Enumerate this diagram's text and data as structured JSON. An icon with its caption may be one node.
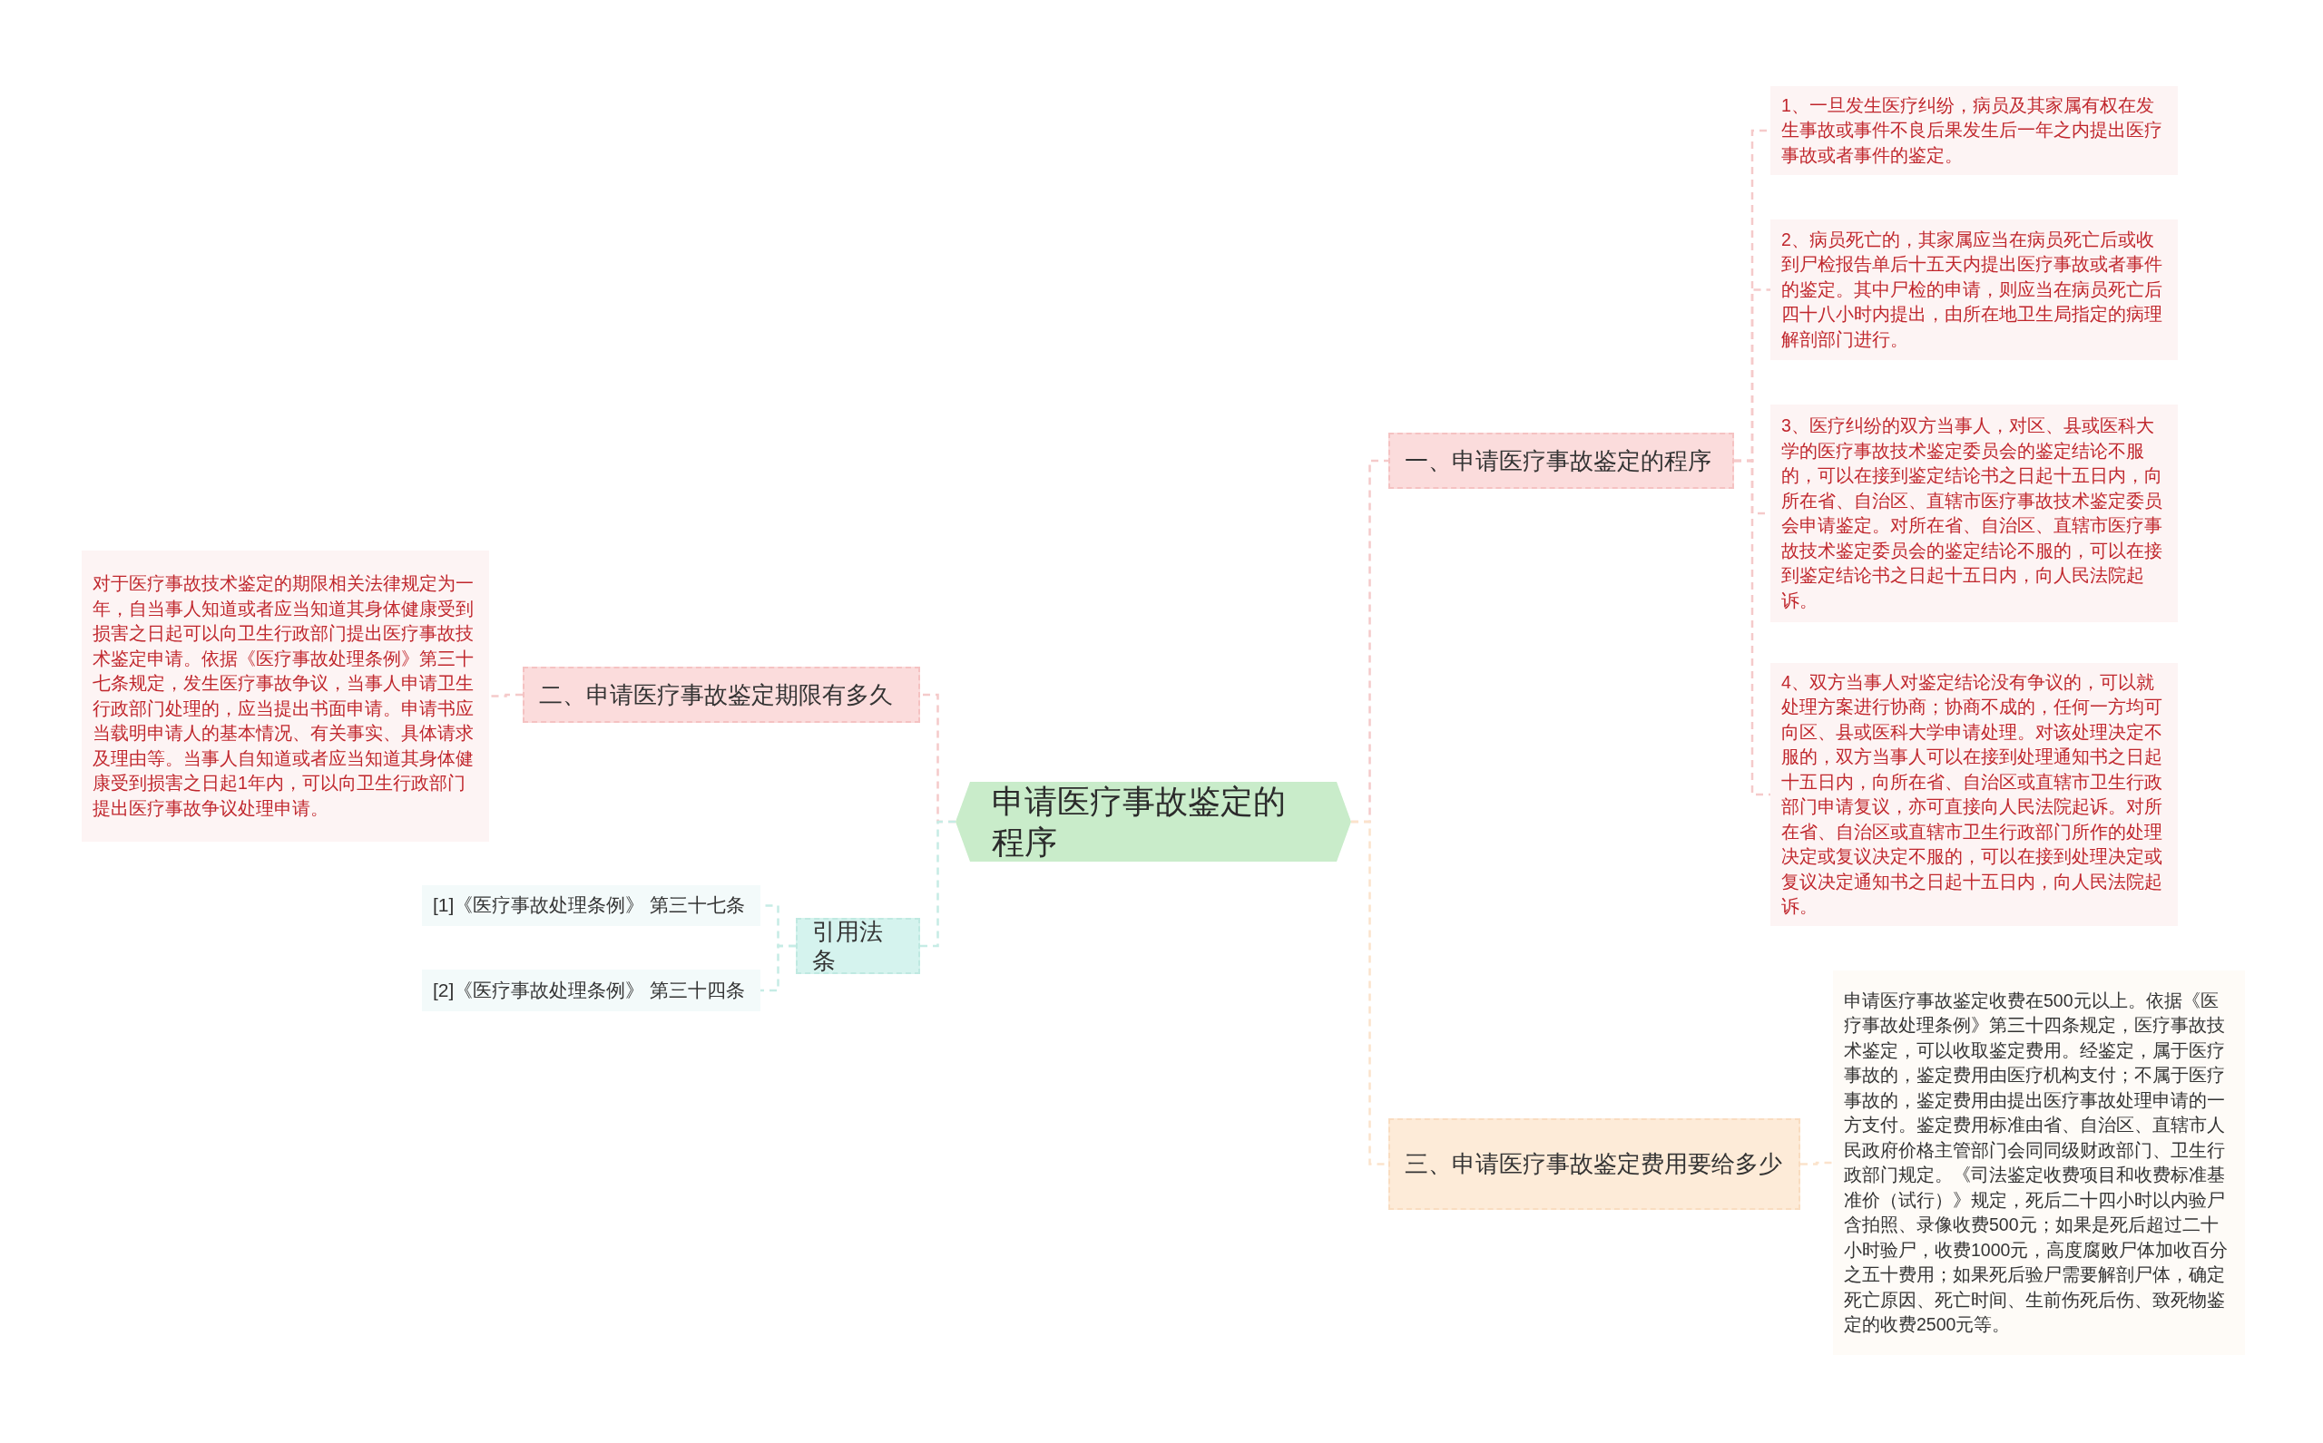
{
  "diagram": {
    "nodes": [
      {
        "text": [
          "申请医疗事故鉴定的程序"
        ]
      },
      {
        "text": [
          "一、申请医疗事故鉴定的程序"
        ]
      },
      {
        "text": [
          "1、一旦发生医疗纠纷，病员及其家属有权在发生事故或事件不良后果发生后一年之内提出医疗事故或者事件的鉴定。"
        ]
      },
      {
        "text": [
          "2、病员死亡的，其家属应当在病员死亡后或收到尸检报告单后十五天内提出医疗事故或者事件的鉴定。其中尸检的申请，则应当在病员死亡后四十八小时内提出，由所在地卫生局指定的病理解剖部门进行。"
        ]
      },
      {
        "text": [
          "3、医疗纠纷的双方当事人，对区、县或医科大学的医疗事故技术鉴定委员会的鉴定结论不服的，可以在接到鉴定结论书之日起十五日内，向所在省、自治区、直辖市医疗事故技术鉴定委员会申请鉴定。对所在省、自治区、直辖市医疗事故技术鉴定委员会的鉴定结论不服的，可以在接到鉴定结论书之日起十五日内，向人民法院起诉。"
        ]
      },
      {
        "text": [
          "4、双方当事人对鉴定结论没有争议的，可以就处理方案进行协商；协商不成的，任何一方均可向区、县或医科大学申请处理。对该处理决定不服的，双方当事人可以在接到处理通知书之日起十五日内，向所在省、自治区或直辖市卫生行政部门申请复议，亦可直接向人民法院起诉。对所在省、自治区或直辖市卫生行政部门所作的处理决定或复议决定不服的，可以在接到处理决定或复议决定通知书之日起十五日内，向人民法院起诉。"
        ]
      },
      {
        "text": [
          "三、申请医疗事故鉴定费用要给多少"
        ]
      },
      {
        "text": [
          "申请医疗事故鉴定收费在500元以上。依据《医疗事故处理条例》第三十四条规定，医疗事故技术鉴定，可以收取鉴定费用。经鉴定，属于医疗事故的，鉴定费用由医疗机构支付；不属于医疗事故的，鉴定费用由提出医疗事故处理申请的一方支付。鉴定费用标准由省、自治区、直辖市人民政府价格主管部门会同同级财政部门、卫生行政部门规定。《司法鉴定收费项目和收费标准基准价（试行）》规定，死后二十四小时以内验尸含拍照、录像收费500元；如果是死后超过二十小时验尸，收费1000元，高度腐败尸体加收百分之五十费用；如果死后验尸需要解剖尸体，确定死亡原因、死亡时间、生前伤死后伤、致死物鉴定的收费2500元等。"
        ]
      },
      {
        "text": [
          "二、申请医疗事故鉴定期限有多久"
        ]
      },
      {
        "text": [
          "对于医疗事故技术鉴定的期限相关法律规定为一年，自当事人知道或者应当知道其身体健康受到损害之日起可以向卫生行政部门提出医疗事故技术鉴定申请。依据《医疗事故处理条例》第三十七条规定，发生医疗事故争议，当事人申请卫生行政部门处理的，应当提出书面申请。申请书应当载明申请人的基本情况、有关事实、具体请求及理由等。当事人自知道或者应当知道其身体健康受到损害之日起1年内，可以向卫生行政部门提出医疗事故争议处理申请。"
        ]
      },
      {
        "text": [
          "引用法条"
        ]
      },
      {
        "text": [
          "[1]《医疗事故处理条例》 第三十七条"
        ]
      },
      {
        "text": [
          "[2]《医疗事故处理条例》 第三十四条"
        ]
      }
    ],
    "edges": [
      {
        "from": 0,
        "to": 1,
        "arrow": "none",
        "style": "dashed"
      },
      {
        "from": 1,
        "to": 2,
        "arrow": "none",
        "style": "dashed"
      },
      {
        "from": 1,
        "to": 3,
        "arrow": "none",
        "style": "dashed"
      },
      {
        "from": 1,
        "to": 4,
        "arrow": "none",
        "style": "dashed"
      },
      {
        "from": 1,
        "to": 5,
        "arrow": "none",
        "style": "dashed"
      },
      {
        "from": 0,
        "to": 6,
        "arrow": "none",
        "style": "dashed",
        "color": "#fbe3cc"
      },
      {
        "from": 6,
        "to": 7,
        "arrow": "none",
        "style": "dashed",
        "color": "#fbe3cc"
      },
      {
        "from": 0,
        "to": 8,
        "arrow": "none",
        "style": "dashed"
      },
      {
        "from": 8,
        "to": 9,
        "arrow": "none",
        "style": "dashed"
      },
      {
        "from": 0,
        "to": 10,
        "arrow": "none",
        "style": "dashed",
        "color": "#c6ece5"
      },
      {
        "from": 10,
        "to": 11,
        "arrow": "none",
        "style": "dashed",
        "color": "#c6ece5"
      },
      {
        "from": 10,
        "to": 12,
        "arrow": "none",
        "style": "dashed",
        "color": "#c6ece5"
      }
    ]
  }
}
